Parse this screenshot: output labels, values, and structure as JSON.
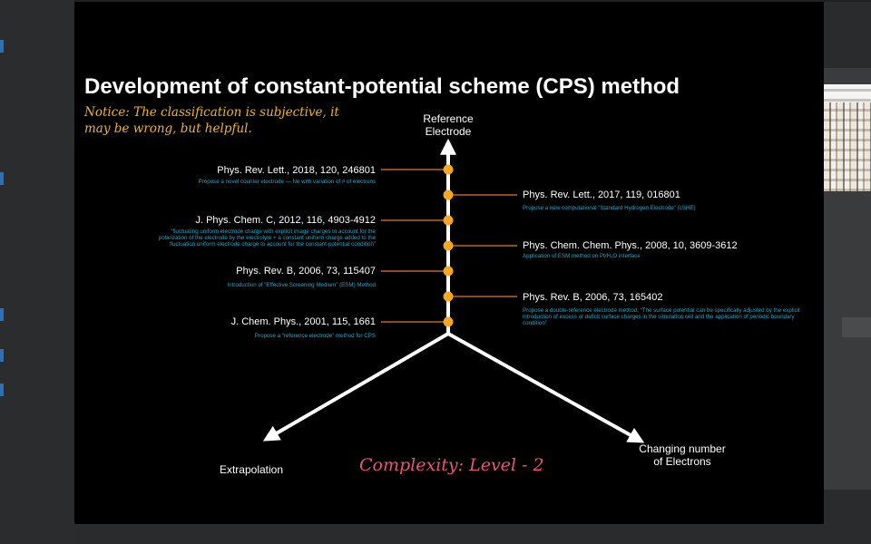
{
  "title": "Development of constant-potential scheme (CPS) method",
  "notice": "Notice: The classification is subjective, it may be wrong, but helpful.",
  "axes": {
    "reference": "Reference Electrode",
    "extrapolation": "Extrapolation",
    "electrons": "Changing number of Electrons"
  },
  "complexity": "Complexity: Level - 2",
  "refs_left": [
    {
      "citation": "Phys. Rev. Lett., 2018, 120, 246801",
      "note": "Propose a novel counter electrode — Ne with variation of # of electrons"
    },
    {
      "citation": "J. Phys. Chem. C, 2012, 116, 4903-4912",
      "note": "“fluctuating uniform electrode charge with explicit image charges to account for the polarization of the electrode by the electrolyte + a constant uniform charge added to the fluctuation uniform electrode charge to account for the constant-potential condition”"
    },
    {
      "citation": "Phys. Rev. B, 2006, 73, 115407",
      "note": "Introduction of “Effective Screening Medium” (ESM) Method"
    },
    {
      "citation": "J. Chem. Phys., 2001, 115, 1661",
      "note": "Propose a “reference electrode” method for CPS"
    }
  ],
  "refs_right": [
    {
      "citation": "Phys. Rev. Lett., 2017, 119, 016801",
      "note": "Propose a new computational “Standard Hydrogen Electrode” (cSHE)"
    },
    {
      "citation": "Phys. Chem. Chem. Phys., 2008, 10, 3609-3612",
      "note": "Application of ESM method on Pt/H₂O interface"
    },
    {
      "citation": "Phys. Rev. B, 2006, 73, 165402",
      "note": "Propose a double-reference electrode method, “The surface potential can be specifically adjusted by the explicit introduction of excess or deficit surface charges in the simulation cell and the application of periodic boundary condition”"
    }
  ],
  "colors": {
    "node": "#f5a623",
    "connector": "#e8772e",
    "note": "#22a6c9",
    "notice": "#f0b429",
    "complexity": "#e8547a"
  }
}
